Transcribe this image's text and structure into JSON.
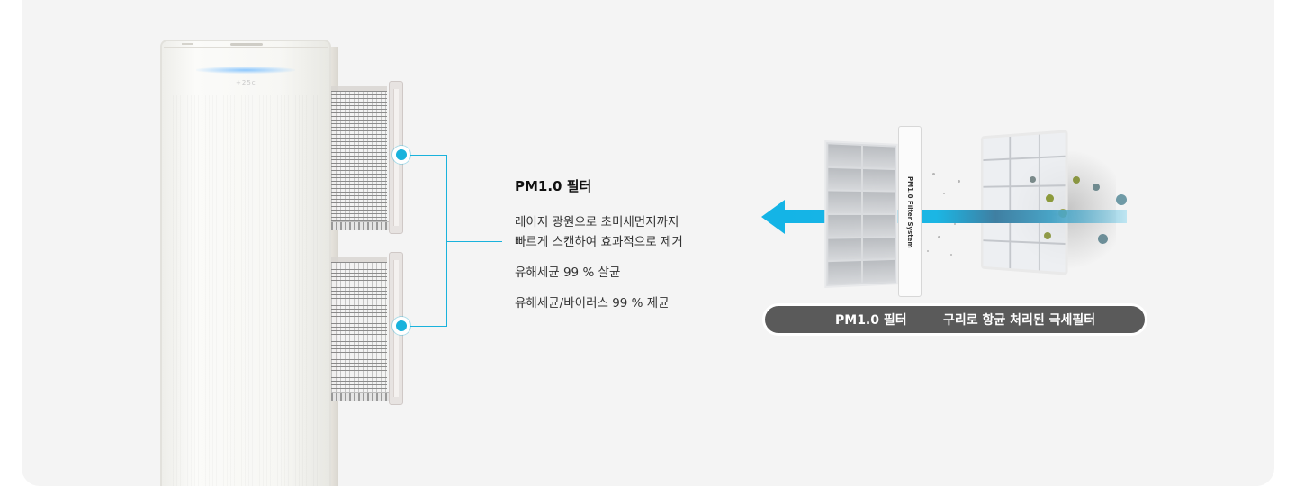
{
  "device": {
    "display_text": "+25c"
  },
  "feature": {
    "title": "PM1.0 필터",
    "description_line1": "레이저 광원으로 초미세먼지까지",
    "description_line2": "빠르게 스캔하여 효과적으로 제거",
    "spec1": "유해세균 99 % 살균",
    "spec2": "유해세균/바이러스 99 % 제균"
  },
  "diagram": {
    "frame_label": "PM1.0 Filter System",
    "label_pm_filter": "PM1.0 필터",
    "label_copper_filter": "구리로 항균 처리된 극세필터",
    "arrow_color": "#14b4e6",
    "accent_color": "#19b2dc"
  }
}
